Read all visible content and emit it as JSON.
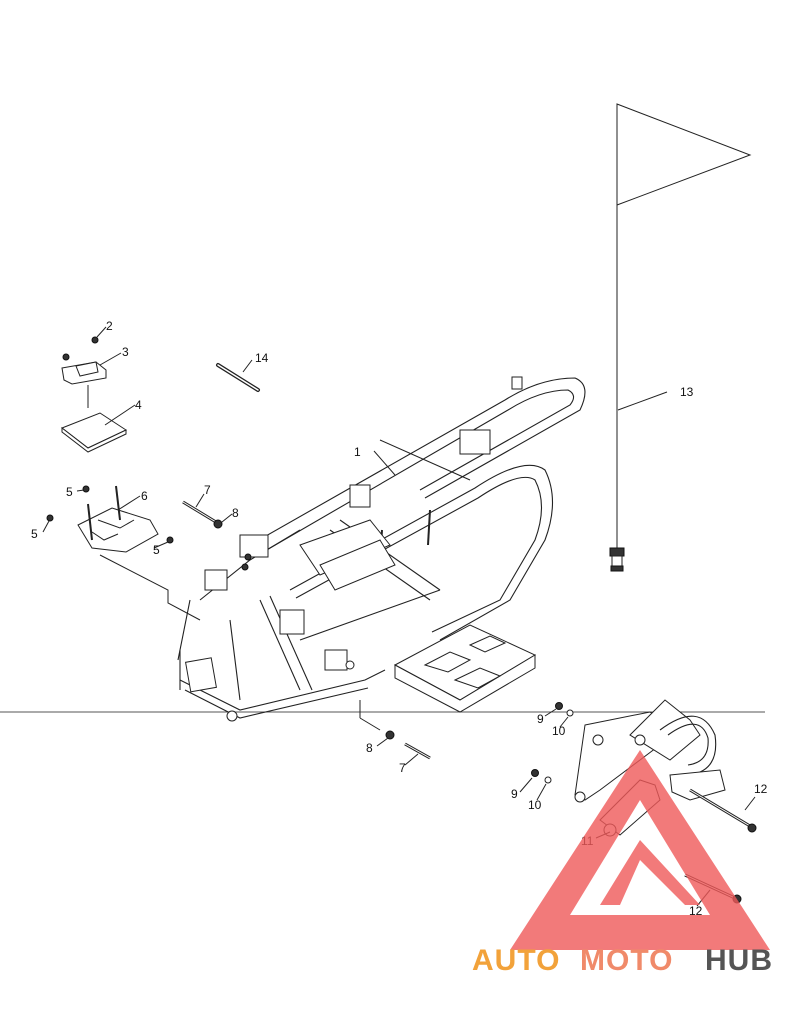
{
  "callouts": [
    {
      "id": "c1",
      "text": "1"
    },
    {
      "id": "c2",
      "text": "2"
    },
    {
      "id": "c3",
      "text": "3"
    },
    {
      "id": "c4",
      "text": "4"
    },
    {
      "id": "c5a",
      "text": "5"
    },
    {
      "id": "c5b",
      "text": "5"
    },
    {
      "id": "c5c",
      "text": "5"
    },
    {
      "id": "c6",
      "text": "6"
    },
    {
      "id": "c7a",
      "text": "7"
    },
    {
      "id": "c7b",
      "text": "7"
    },
    {
      "id": "c8a",
      "text": "8"
    },
    {
      "id": "c8b",
      "text": "8"
    },
    {
      "id": "c9a",
      "text": "9"
    },
    {
      "id": "c9b",
      "text": "9"
    },
    {
      "id": "c10a",
      "text": "10"
    },
    {
      "id": "c10b",
      "text": "10"
    },
    {
      "id": "c11",
      "text": "11"
    },
    {
      "id": "c12a",
      "text": "12"
    },
    {
      "id": "c12b",
      "text": "12"
    },
    {
      "id": "c13",
      "text": "13"
    },
    {
      "id": "c14",
      "text": "14"
    }
  ],
  "watermark": {
    "part1": "AUTO",
    "part2": "MOTO",
    "part3": "HUB",
    "color_primary": "#f2a23a",
    "color_secondary": "#f08a6a",
    "color_dark": "#555555",
    "logo_color": "#f05a5a"
  }
}
